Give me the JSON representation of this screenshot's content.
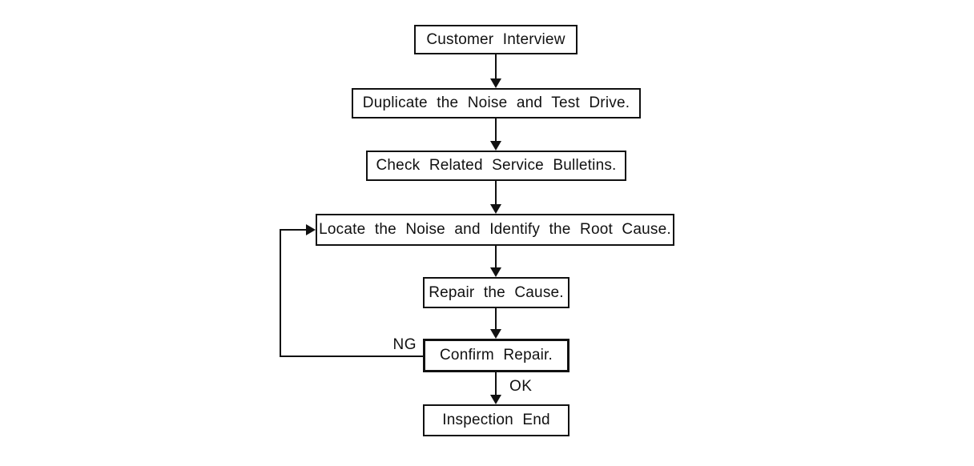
{
  "diagram": {
    "type": "flowchart",
    "background_color": "#ffffff",
    "line_color": "#111111",
    "nodes": [
      {
        "id": "customer-interview",
        "label": "Customer Interview"
      },
      {
        "id": "duplicate-noise-test-drive",
        "label": "Duplicate the Noise and Test Drive."
      },
      {
        "id": "check-service-bulletins",
        "label": "Check Related Service Bulletins."
      },
      {
        "id": "locate-noise-root-cause",
        "label": "Locate the Noise and Identify the Root Cause."
      },
      {
        "id": "repair-cause",
        "label": "Repair the Cause."
      },
      {
        "id": "confirm-repair",
        "label": "Confirm Repair."
      },
      {
        "id": "inspection-end",
        "label": "Inspection End"
      }
    ],
    "edges": [
      {
        "from": "customer-interview",
        "to": "duplicate-noise-test-drive",
        "label": ""
      },
      {
        "from": "duplicate-noise-test-drive",
        "to": "check-service-bulletins",
        "label": ""
      },
      {
        "from": "check-service-bulletins",
        "to": "locate-noise-root-cause",
        "label": ""
      },
      {
        "from": "locate-noise-root-cause",
        "to": "repair-cause",
        "label": ""
      },
      {
        "from": "repair-cause",
        "to": "confirm-repair",
        "label": ""
      },
      {
        "from": "confirm-repair",
        "to": "inspection-end",
        "label": "OK"
      },
      {
        "from": "confirm-repair",
        "to": "locate-noise-root-cause",
        "label": "NG"
      }
    ],
    "edge_labels": {
      "ng": "NG",
      "ok": "OK"
    }
  }
}
